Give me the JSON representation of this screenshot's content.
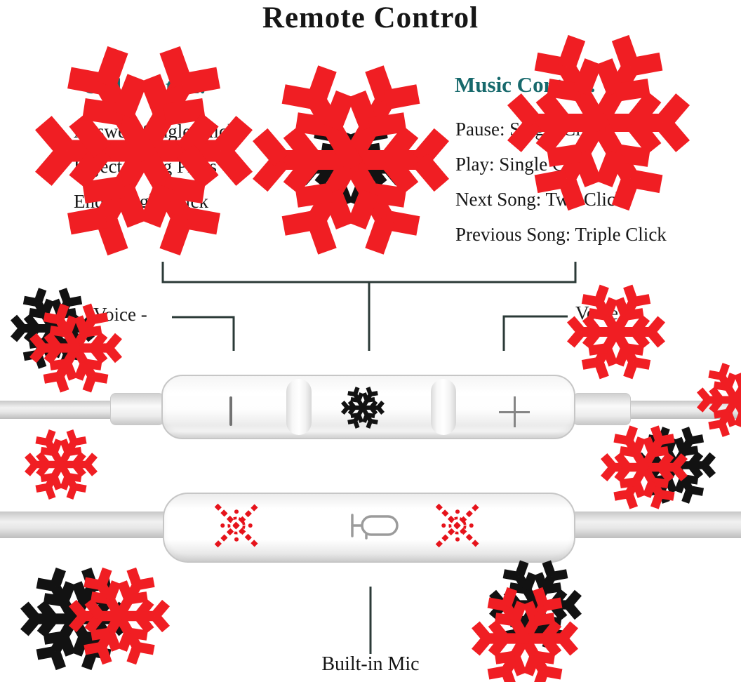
{
  "title": "Remote Control",
  "sections": {
    "call": {
      "heading": "Call Control:",
      "items": [
        "Answer: Single Click",
        "Reject: Long Press",
        "End: Single Click"
      ]
    },
    "music": {
      "heading": "Music Control:",
      "items": [
        "Pause: Single Click",
        "Play: Single Click",
        "Next Song: Two Click",
        "Previous Song: Triple Click"
      ]
    }
  },
  "labels": {
    "voice_down": "Voice -",
    "voice_up": "Voice +",
    "built_in_mic": "Built-in Mic"
  },
  "remote1": {
    "volume_down_glyph": "|",
    "center_icon": "snowflake-icon",
    "volume_up_glyph": "+"
  },
  "remote2": {
    "left_icon": "lace-snowflake-icon",
    "center_icon": "microphone-icon",
    "right_icon": "lace-snowflake-icon"
  },
  "colors": {
    "snowflake_red": "#f01e23",
    "snowflake_black": "#121212",
    "heading_teal": "#17696c",
    "connector_line": "#2b3a37",
    "title_black": "#161616"
  }
}
